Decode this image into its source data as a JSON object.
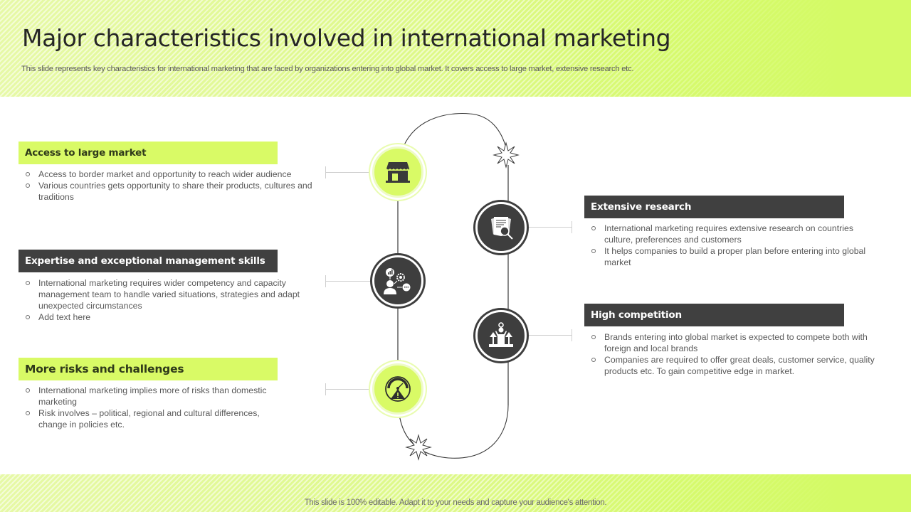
{
  "slide": {
    "title": "Major characteristics involved in international marketing",
    "subtitle": "This slide represents key characteristics for international marketing that are faced by organizations entering into global market. It covers access to large market, extensive research etc.",
    "footer": "This slide is 100% editable. Adapt it to your needs and capture your audience's attention."
  },
  "colors": {
    "accent_lime": "#d9fa66",
    "dark": "#404040",
    "text_gray": "#595959"
  },
  "items": [
    {
      "heading": "Access to large market",
      "style": "lime",
      "icon": "store-icon",
      "bullets": [
        "Access to border  market and opportunity to reach wider audience",
        "Various countries gets opportunity to share their products, cultures and traditions"
      ]
    },
    {
      "heading": "Extensive research",
      "style": "dark",
      "icon": "document-search-icon",
      "bullets": [
        "International  marketing requires  extensive  research  on countries culture, preferences  and customers",
        "It helps companies to build a proper  plan before  entering  into global  market"
      ]
    },
    {
      "heading": "Expertise and exceptional management skills",
      "style": "dark",
      "icon": "manager-skills-icon",
      "bullets": [
        "International  marketing requires  wider  competency and capacity management  team to handle varied  situations, strategies and adapt  unexpected  circumstances",
        "Add text here"
      ]
    },
    {
      "heading": "High competition",
      "style": "dark",
      "icon": "podium-competition-icon",
      "bullets": [
        "Brands  entering  into global  market is expected to compete both with foreign  and local brands",
        "Companies  are required  to offer great deals, customer service, quality products etc. To  gain competitive  edge in market."
      ]
    },
    {
      "heading": "More risks and challenges",
      "style": "lime",
      "icon": "risk-gauge-icon",
      "bullets": [
        "International  marketing implies  more of risks than domestic marketing",
        "Risk involves  – political, regional  and cultural differences, change in policies etc."
      ]
    }
  ]
}
